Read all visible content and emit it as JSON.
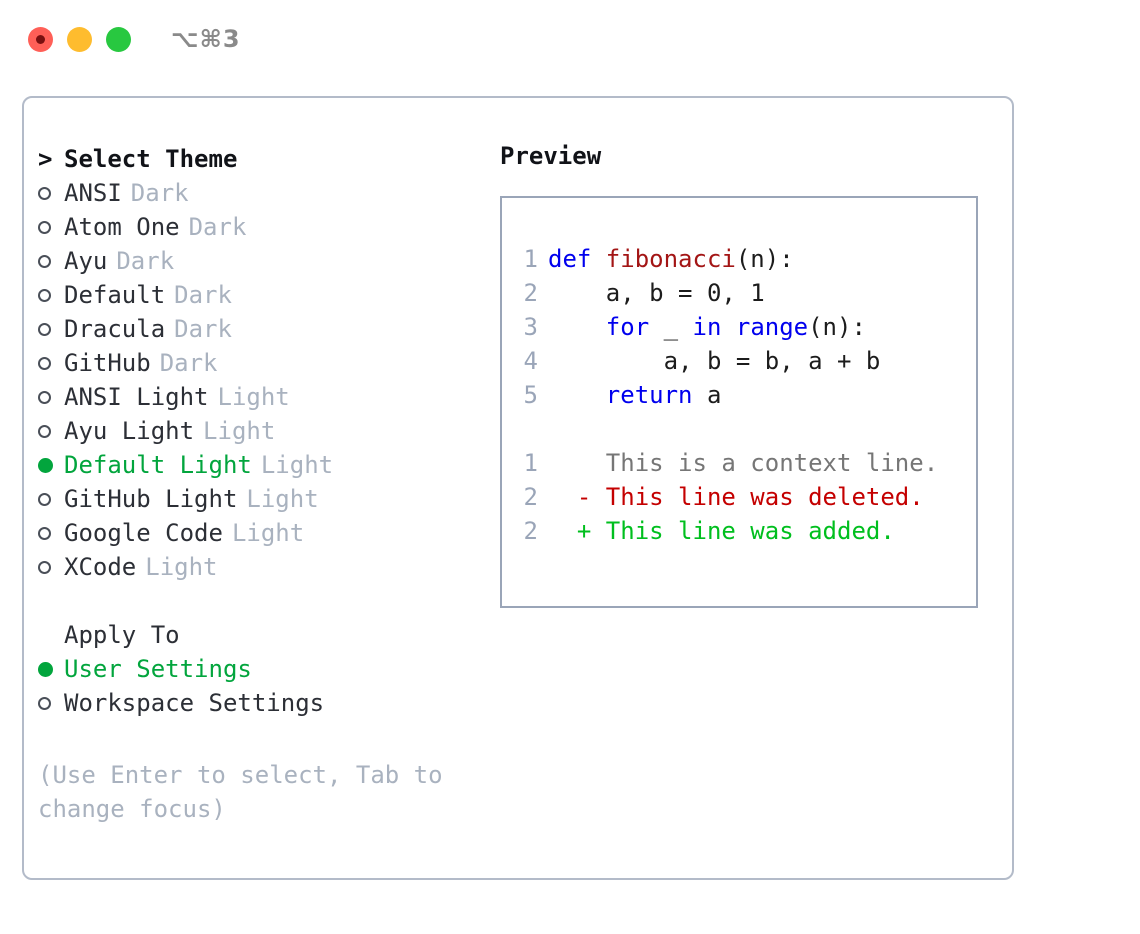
{
  "titlebar": {
    "traffic_lights": [
      {
        "name": "close",
        "color": "#ff5f57"
      },
      {
        "name": "minimize",
        "color": "#febc2e"
      },
      {
        "name": "maximize",
        "color": "#28c840"
      }
    ],
    "shortcut": "⌥⌘3"
  },
  "theme_picker": {
    "heading_marker": ">",
    "heading": "Select Theme",
    "selected_theme": "Default Light",
    "accent_color": "#02a53d",
    "tag_color": "#a9b2bf",
    "items": [
      {
        "label": "ANSI",
        "tag": "Dark",
        "selected": false
      },
      {
        "label": "Atom One",
        "tag": "Dark",
        "selected": false
      },
      {
        "label": "Ayu",
        "tag": "Dark",
        "selected": false
      },
      {
        "label": "Default",
        "tag": "Dark",
        "selected": false
      },
      {
        "label": "Dracula",
        "tag": "Dark",
        "selected": false
      },
      {
        "label": "GitHub",
        "tag": "Dark",
        "selected": false
      },
      {
        "label": "ANSI Light",
        "tag": "Light",
        "selected": false
      },
      {
        "label": "Ayu Light",
        "tag": "Light",
        "selected": false
      },
      {
        "label": "Default Light",
        "tag": "Light",
        "selected": true
      },
      {
        "label": "GitHub Light",
        "tag": "Light",
        "selected": false
      },
      {
        "label": "Google Code",
        "tag": "Light",
        "selected": false
      },
      {
        "label": "XCode",
        "tag": "Light",
        "selected": false
      }
    ]
  },
  "apply_to": {
    "heading": "Apply To",
    "selected": "User Settings",
    "items": [
      {
        "label": "User Settings",
        "selected": true
      },
      {
        "label": "Workspace Settings",
        "selected": false
      }
    ]
  },
  "help": {
    "line1": "(Use Enter to select, Tab to",
    "line2": "change focus)"
  },
  "preview": {
    "heading": "Preview",
    "code_lines": [
      {
        "number": "1",
        "tokens": [
          {
            "text": "def ",
            "cls": "kw"
          },
          {
            "text": "fibonacci",
            "cls": "fn"
          },
          {
            "text": "(n):",
            "cls": "pl"
          }
        ]
      },
      {
        "number": "2",
        "tokens": [
          {
            "text": "    a, b = 0, 1",
            "cls": "pl"
          }
        ]
      },
      {
        "number": "3",
        "tokens": [
          {
            "text": "    ",
            "cls": "pl"
          },
          {
            "text": "for",
            "cls": "kw"
          },
          {
            "text": " _ ",
            "cls": "pl"
          },
          {
            "text": "in range",
            "cls": "kw"
          },
          {
            "text": "(n):",
            "cls": "pl"
          }
        ]
      },
      {
        "number": "4",
        "tokens": [
          {
            "text": "        a, b = b, a + b",
            "cls": "pl"
          }
        ]
      },
      {
        "number": "5",
        "tokens": [
          {
            "text": "    ",
            "cls": "pl"
          },
          {
            "text": "return",
            "cls": "kw"
          },
          {
            "text": " a",
            "cls": "pl"
          }
        ]
      }
    ],
    "diff_lines": [
      {
        "number": "1",
        "sign": " ",
        "text": " This is a context line.",
        "cls": "ctx"
      },
      {
        "number": "2",
        "sign": "-",
        "text": " This line was deleted.",
        "cls": "del"
      },
      {
        "number": "2",
        "sign": "+",
        "text": " This line was added.",
        "cls": "add"
      }
    ]
  }
}
